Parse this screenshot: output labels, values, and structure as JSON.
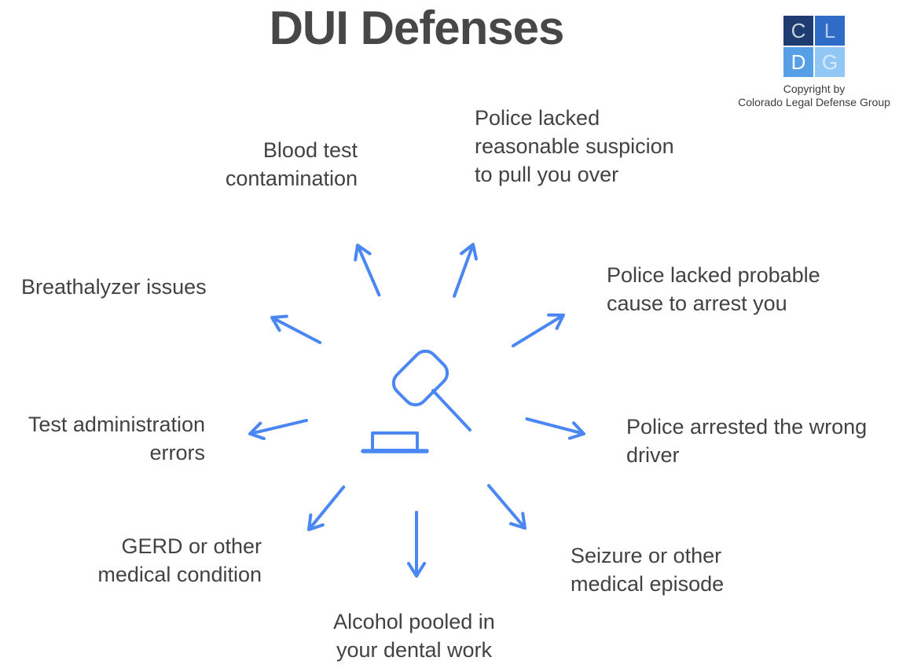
{
  "title": "DUI Defenses",
  "logo": {
    "squares": [
      {
        "letter": "C"
      },
      {
        "letter": "L"
      },
      {
        "letter": "D"
      },
      {
        "letter": "G"
      }
    ],
    "copyright_line1": "Copyright by",
    "copyright_line2": "Colorado Legal Defense Group"
  },
  "center_icon": "gavel",
  "defenses": [
    "Blood test\ncontamination",
    "Police lacked\nreasonable suspicion\nto pull you over",
    "Breathalyzer issues",
    "Police lacked probable\ncause to arrest you",
    "Test administration\nerrors",
    "Police arrested the wrong\ndriver",
    "GERD or other\nmedical condition",
    "Alcohol pooled in\nyour dental work",
    "Seizure or other\nmedical episode"
  ],
  "colors": {
    "accent_blue": "#4a87f2",
    "label_text": "#424242",
    "title_text": "#474747",
    "logo_navy": "#1e3c6f",
    "logo_blue": "#2e6cc8",
    "logo_medium_blue": "#57a0e8",
    "logo_light_blue": "#90c7f5"
  }
}
